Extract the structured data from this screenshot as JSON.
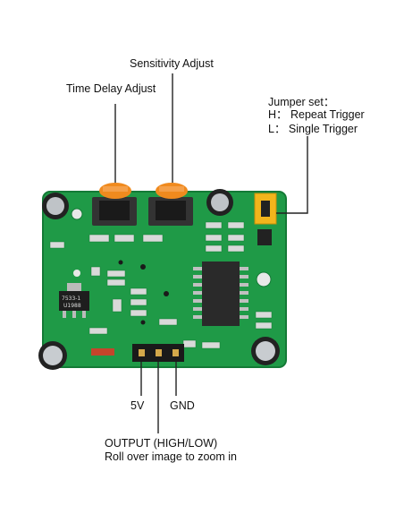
{
  "labels": {
    "sensitivity_adjust": "Sensitivity Adjust",
    "time_delay_adjust": "Time Delay Adjust",
    "jumper_set": "Jumper set：",
    "repeat_trigger": "H： Repeat Trigger",
    "single_trigger": "L： Single Trigger",
    "pin_5v": "5V",
    "pin_gnd": "GND",
    "output": "OUTPUT (HIGH/LOW)",
    "zoom_hint": "Roll over image to zoom in"
  },
  "board": {
    "regulator_text": [
      "7533-1",
      "U1988"
    ]
  },
  "colors": {
    "pcb": "#1f9a47",
    "pcb_dark": "#147a36",
    "knob": "#f08a1e",
    "jumper": "#f2b51c",
    "leader_line": "#222222"
  }
}
